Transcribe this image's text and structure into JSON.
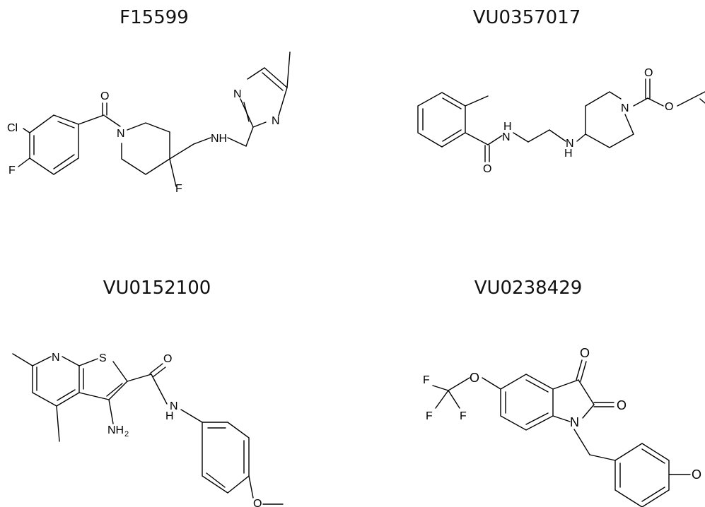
{
  "compounds": [
    {
      "name": "F15599",
      "atoms": {
        "cl": "Cl",
        "f1": "F",
        "o": "O",
        "n1": "N",
        "f2": "F",
        "nh": "NH",
        "n2": "N",
        "n3": "N"
      }
    },
    {
      "name": "VU0357017",
      "atoms": {
        "nh1": "H",
        "n1": "N",
        "o1": "O",
        "nh2": "N",
        "h2": "H",
        "n2": "N",
        "o2": "O",
        "o3": "O"
      }
    },
    {
      "name": "VU0152100",
      "atoms": {
        "n": "N",
        "s": "S",
        "o": "O",
        "nh": "N",
        "h": "H",
        "nh2": "NH",
        "two": "2",
        "ome": "O"
      }
    },
    {
      "name": "VU0238429",
      "atoms": {
        "f1": "F",
        "f2": "F",
        "f3": "F",
        "o1": "O",
        "o2": "O",
        "o3": "O",
        "n": "N",
        "o4": "O"
      }
    }
  ]
}
